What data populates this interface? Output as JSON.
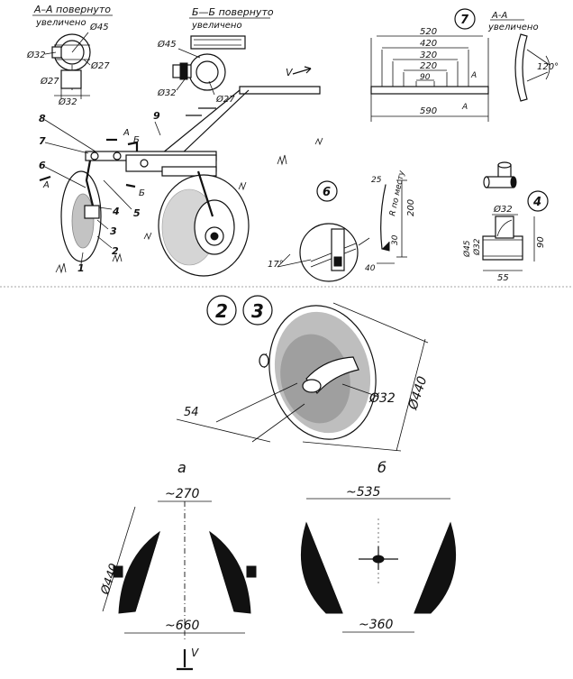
{
  "top": {
    "section_aa_title": "А–А повернуто",
    "section_aa_sub": "увеличено",
    "section_aa_d45": "Ø45",
    "section_aa_d32": "Ø32",
    "section_aa_d27a": "Ø27",
    "section_aa_d27b": "Ø27",
    "section_aa_d32b": "Ø32",
    "section_bb_title": "Б—Б повернуто",
    "section_bb_sub": "увеличено",
    "section_bb_d45": "Ø45",
    "section_bb_d32": "Ø32",
    "section_bb_d27": "Ø27",
    "direction_v": "V",
    "callouts": [
      "1",
      "2",
      "3",
      "4",
      "5",
      "6",
      "7",
      "8",
      "9"
    ],
    "cut_a": "А",
    "cut_b": "Б"
  },
  "detail7": {
    "number": "7",
    "dims": [
      "520",
      "420",
      "320",
      "220",
      "90",
      "590"
    ],
    "mark_a": "А",
    "section_title": "А-А",
    "section_sub": "увеличено",
    "angle": "120°"
  },
  "detail6": {
    "number": "6",
    "dim_25": "25",
    "dim_200": "200",
    "r_note": "R по месту",
    "dim_30": "30",
    "dim_40": "40",
    "angle": "17°"
  },
  "detail4": {
    "number": "4",
    "d32": "Ø32",
    "d45": "Ø45",
    "d32b": "Ø32",
    "dim_90": "90",
    "dim_55": "55"
  },
  "disc": {
    "numbers": [
      "2",
      "3"
    ],
    "dim_54": "54",
    "d32": "Ø32",
    "d440": "Ø440"
  },
  "view_a": {
    "title": "а",
    "top": "~270",
    "bottom": "~660",
    "d440": "Ø440",
    "dir": "V"
  },
  "view_b": {
    "title": "б",
    "top": "~535",
    "bottom": "~360"
  }
}
